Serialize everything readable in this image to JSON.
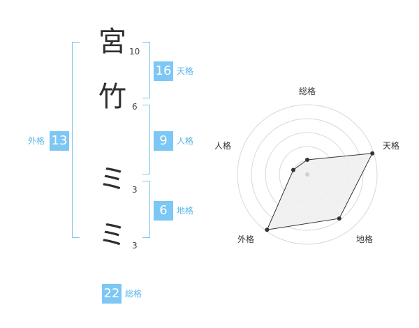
{
  "name_chars": [
    {
      "char": "宮",
      "strokes": "10"
    },
    {
      "char": "竹",
      "strokes": "6"
    },
    {
      "char": "ミ",
      "strokes": "3"
    },
    {
      "char": "ミ",
      "strokes": "3"
    }
  ],
  "scores": {
    "tenkaku": {
      "value": "16",
      "label": "天格"
    },
    "jinkaku": {
      "value": "9",
      "label": "人格"
    },
    "chikaku": {
      "value": "6",
      "label": "地格"
    },
    "gaikaku": {
      "value": "13",
      "label": "外格"
    },
    "soukaku": {
      "value": "22",
      "label": "総格"
    }
  },
  "radar": {
    "labels": {
      "top": "総格",
      "upper_right": "天格",
      "lower_right": "地格",
      "lower_left": "外格",
      "upper_left": "人格"
    },
    "ring_count": 5,
    "values": {
      "soukaku": 0.21,
      "tenkaku": 0.98,
      "chikaku": 0.78,
      "gaikaku": 0.98,
      "jinkaku": 0.21
    },
    "colors": {
      "grid": "#d8d8d8",
      "fill": "#efefef",
      "stroke": "#333333",
      "point": "#333333",
      "center": "#cfcfcf"
    }
  },
  "colors": {
    "accent": "#7cc7f3",
    "accent_text": "#5bb6ea"
  }
}
